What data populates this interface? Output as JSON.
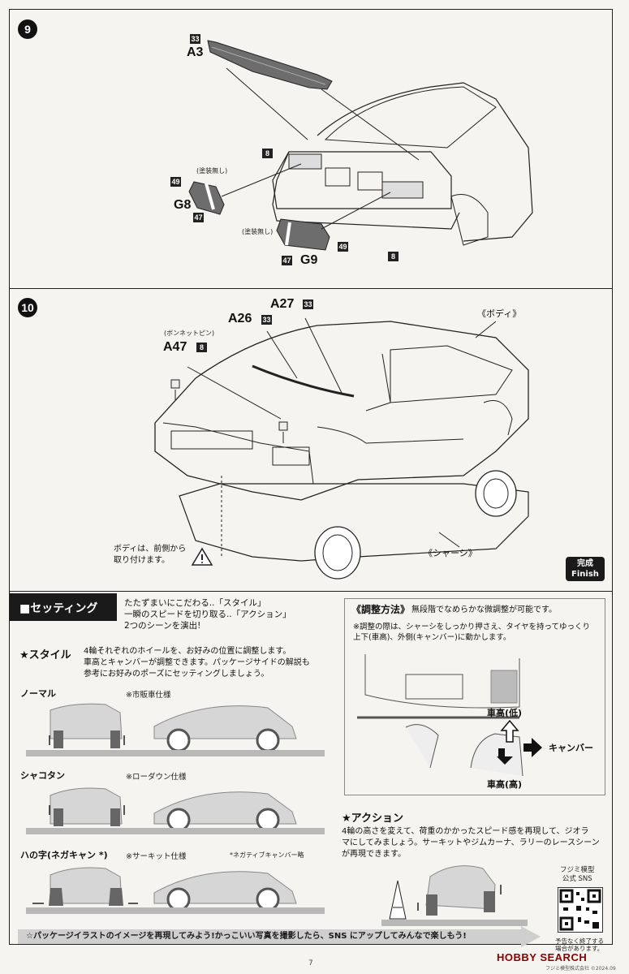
{
  "step9": {
    "number": "9",
    "parts": [
      {
        "id": "A3",
        "code": "33"
      },
      {
        "id": "G8",
        "code_top": "49",
        "code_bottom": "47",
        "note": "(塗装無し)"
      },
      {
        "id": "G9",
        "code_left": "47",
        "code_right": "49",
        "note": "(塗装無し)"
      }
    ],
    "lamp_codes": [
      "8",
      "8"
    ]
  },
  "step10": {
    "number": "10",
    "parts": [
      {
        "id": "A27",
        "code": "33"
      },
      {
        "id": "A26",
        "code": "33"
      },
      {
        "id": "A47",
        "code": "8",
        "note": "(ボンネットピン)"
      }
    ],
    "body_label": "《ボディ》",
    "chassis_label": "《シャーシ》",
    "warning_text": "ボディは、前側から\n取り付けます。",
    "finish": {
      "jp": "完成",
      "en": "Finish"
    }
  },
  "setting": {
    "title": "■セッティング",
    "intro": "たたずまいにこだわる..「スタイル」\n一瞬のスピードを切り取る..「アクション」\n2つのシーンを演出!",
    "style": {
      "heading": "★スタイル",
      "desc": "4輪それぞれのホイールを、お好みの位置に調整します。\n車高とキャンバーが調整できます。パッケージサイドの解説も\n参考にお好みのポーズにセッティングしましょう。",
      "modes": [
        {
          "name": "ノーマル",
          "note": "※市販車仕様"
        },
        {
          "name": "シャコタン",
          "note": "※ローダウン仕様"
        },
        {
          "name": "ハの字(ネガキャン *)",
          "note": "※サーキット仕様",
          "extra": "*ネガティブキャンバー略"
        }
      ]
    },
    "adjust": {
      "heading": "《調整方法》",
      "heading_rest": "無段階でなめらかな微調整が可能です。",
      "note": "※調整の際は、シャーシをしっかり押さえ、タイヤを持ってゆっくり\n上下(車高)、外側(キャンバー)に動かします。",
      "low": "車高(低)",
      "high": "車高(高)",
      "camber": "キャンバー"
    },
    "action": {
      "heading": "★アクション",
      "desc": "4輪の高さを変えて、荷重のかかったスピード感を再現して、ジオラ\nマにしてみましょう。サーキットやジムカーナ、ラリーのレースシーン\nが再現できます。"
    },
    "sns": {
      "title": "フジミ模型\n公式 SNS",
      "note": "予告なく終了する\n場合があります。"
    },
    "banner": "☆パッケージイラストのイメージを再現してみよう!かっこいい写真を撮影したら、SNS にアップしてみんなで楽しもう!"
  },
  "footer": {
    "page": "7",
    "watermark": "HOBBY SEARCH",
    "copyright": "フジミ模型株式会社 ©2024.09"
  }
}
